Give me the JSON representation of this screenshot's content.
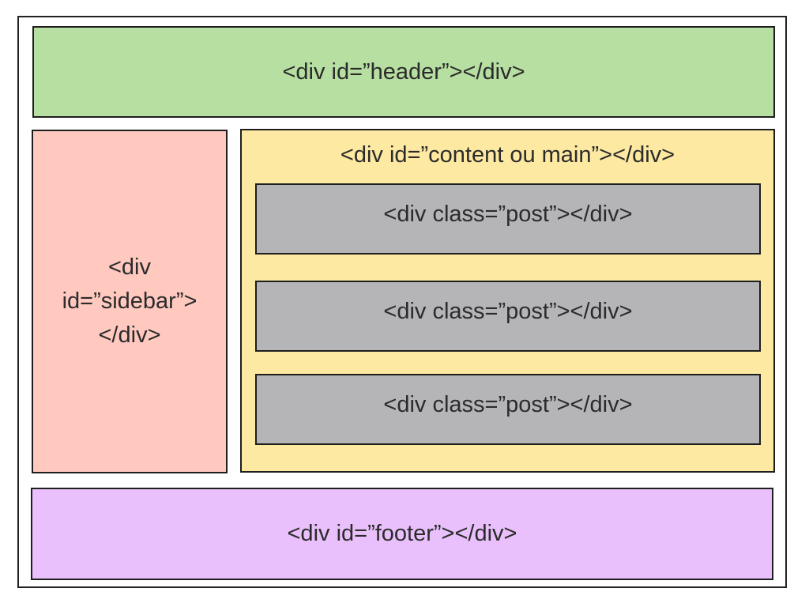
{
  "header": {
    "label": "<div id=”header”></div>"
  },
  "sidebar": {
    "label": "<div id=”sidebar”></div>"
  },
  "content": {
    "label": "<div id=”content ou main”></div>",
    "posts": [
      {
        "label": "<div class=”post”></div>"
      },
      {
        "label": "<div class=”post”></div>"
      },
      {
        "label": "<div class=”post”></div>"
      }
    ]
  },
  "footer": {
    "label": "<div id=”footer”></div>"
  },
  "colors": {
    "header": "#b7dfa2",
    "sidebar": "#ffc9c0",
    "content": "#fde9a1",
    "post": "#b5b5b8",
    "footer": "#e9c0fb",
    "border": "#1e1e1e"
  }
}
